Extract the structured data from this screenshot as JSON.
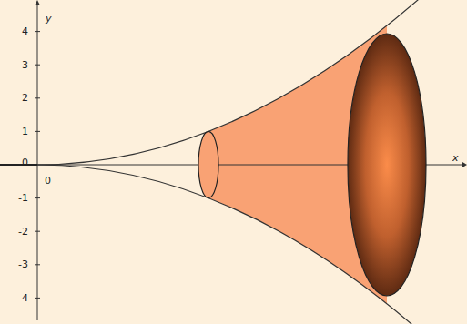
{
  "diagram": {
    "labels": [
      "4",
      "3",
      "2",
      "1",
      "0",
      "-1",
      "-2",
      "-3",
      "-4",
      "y",
      "x",
      "0"
    ]
  }
}
